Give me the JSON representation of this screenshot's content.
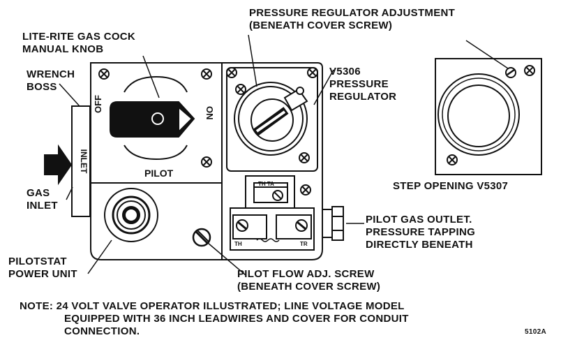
{
  "labels": {
    "pressure_reg_adj_1": "PRESSURE REGULATOR ADJUSTMENT",
    "pressure_reg_adj_2": "(BENEATH COVER SCREW)",
    "gas_cock_1": "LITE-RITE GAS COCK",
    "gas_cock_2": "MANUAL KNOB",
    "wrench_1": "WRENCH",
    "wrench_2": "BOSS",
    "v5306_1": "V5306",
    "v5306_2": "PRESSURE",
    "v5306_3": "REGULATOR",
    "step_opening": "STEP OPENING V5307",
    "gas_inlet_1": "GAS",
    "gas_inlet_2": "INLET",
    "pilot_outlet_1": "PILOT GAS OUTLET.",
    "pilot_outlet_2": "PRESSURE TAPPING",
    "pilot_outlet_3": "DIRECTLY BENEATH",
    "pilotstat_1": "PILOTSTAT",
    "pilotstat_2": "POWER UNIT",
    "pilot_flow_1": "PILOT FLOW ADJ. SCREW",
    "pilot_flow_2": "(BENEATH COVER SCREW)",
    "note_1": "NOTE: 24 VOLT VALVE OPERATOR ILLUSTRATED; LINE VOLTAGE MODEL",
    "note_2": "EQUIPPED WITH 36 INCH LEADWIRES AND COVER FOR CONDUIT",
    "note_3": "CONNECTION.",
    "code": "5102A"
  },
  "body_text": {
    "off": "OFF",
    "on": "ON",
    "pilot": "PILOT",
    "inlet": "INLET",
    "th_ta": "TH    TA",
    "th": "TH",
    "tr": "TR"
  }
}
